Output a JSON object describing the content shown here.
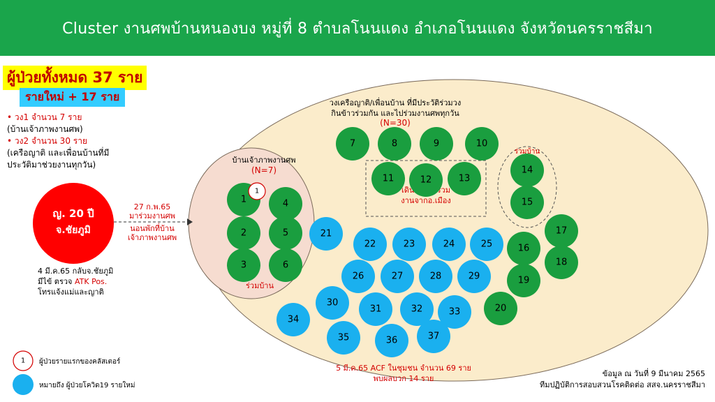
{
  "header": {
    "title": "Cluster งานศพบ้านหนองบง หมู่ที่ 8 ตำบลโนนแดง อำเภอโนนแดง จังหวัดนครราชสีมา"
  },
  "summary": {
    "total": "ผู้ป่วยทั้งหมด 37 ราย",
    "new": "รายใหม่ + 17 ราย",
    "ring1": "วง1   จำนวน  7 ราย",
    "ring1_desc": "(บ้านเจ้าภาพงานศพ)",
    "ring2": "วง2 จำนวน 30 ราย",
    "ring2_desc_1": "(เครือญาติ และเพื่อนบ้านที่มี",
    "ring2_desc_2": "ประวัติมาช่วยงานทุกวัน)"
  },
  "index_case": {
    "line1": "ญ. 20 ปี",
    "line2": "จ.ชัยภูมิ",
    "arrow_date": "27 ก.พ.65",
    "arrow_1": "มาร่วมงานศพ",
    "arrow_2": "นอนพักที่บ้าน",
    "arrow_3": "เจ้าภาพงานศพ",
    "note_1": "4 มี.ค.65 กลับจ.ชัยภูมิ",
    "note_2a": "มีไข้ ตรวจ ",
    "note_2b": "ATK Pos.",
    "note_3": "โทรแจ้งแม่และญาติ"
  },
  "outer": {
    "title_1": "วงเครือญาติ/เพื่อนบ้าน ที่มีประวัติร่วมวง",
    "title_2": "กินข้าวร่วมกัน และไปร่วมงานศพทุกวัน",
    "n": "(N=30)",
    "walk_1": "เดินทางมาร่วม",
    "walk_2": "งานจากอ.เมือง",
    "together": "ร่วมบ้าน",
    "acf_1": "5 มี.ค.65 ACF ในชุมชน จำนวน 69 ราย",
    "acf_2": "พบผลบวก 14 ราย"
  },
  "inner": {
    "title": "บ้านเจ้าภาพงานศพ",
    "n": "(N=7)",
    "together": "ร่วมบ้าน"
  },
  "legend": {
    "first_case": "ผู้ป่วยรายแรกของคลัสเตอร์",
    "new_case": "หมายถึง ผู้ป่วยโควิด19 รายใหม่",
    "first_case_marker": "1"
  },
  "footer": {
    "line1": "ข้อมูล ณ วันที่ 9 มีนาคม 2565",
    "line2": "ทีมปฏิบัติการสอบสวนโรคติดต่อ สสจ.นครราชสีมา"
  },
  "colors": {
    "banner": "#1aa54b",
    "green_case": "#1a9e3f",
    "blue_case": "#1ab0ef",
    "index_case": "#ff0000",
    "outer_fill": "#fbeccb",
    "inner_fill": "#f6dcd0"
  },
  "cases": {
    "green": [
      "1",
      "2",
      "3",
      "4",
      "5",
      "6",
      "7",
      "8",
      "9",
      "10",
      "11",
      "12",
      "13",
      "14",
      "15",
      "16",
      "17",
      "18",
      "19",
      "20"
    ],
    "blue": [
      "21",
      "22",
      "23",
      "24",
      "25",
      "26",
      "27",
      "28",
      "29",
      "30",
      "31",
      "32",
      "33",
      "34",
      "35",
      "36",
      "37"
    ]
  }
}
